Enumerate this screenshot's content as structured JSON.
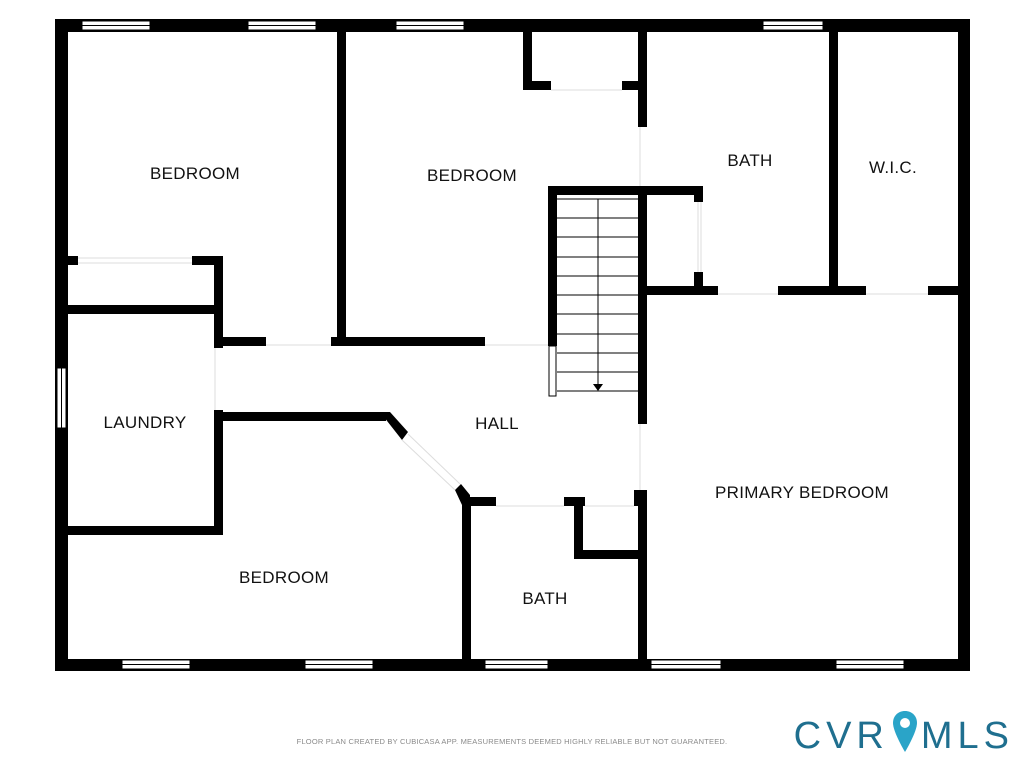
{
  "rooms": {
    "bedroom_top_left": "BEDROOM",
    "bedroom_top_center": "BEDROOM",
    "bath_top": "BATH",
    "wic": "W.I.C.",
    "laundry": "LAUNDRY",
    "hall": "HALL",
    "primary_bedroom": "PRIMARY BEDROOM",
    "bedroom_bottom": "BEDROOM",
    "bath_bottom": "BATH"
  },
  "footer": {
    "note": "FLOOR PLAN CREATED BY CUBICASA APP. MEASUREMENTS DEEMED HIGHLY RELIABLE BUT NOT GUARANTEED.",
    "brand_left": "CVR",
    "brand_right": "MLS"
  },
  "icons": {
    "brand_pin": "map-pin-icon",
    "stair_arrow": "arrow-down-icon"
  },
  "colors": {
    "wall": "#000000",
    "brand": "#1f6f8f",
    "brand_pin": "#2aa4c8"
  }
}
